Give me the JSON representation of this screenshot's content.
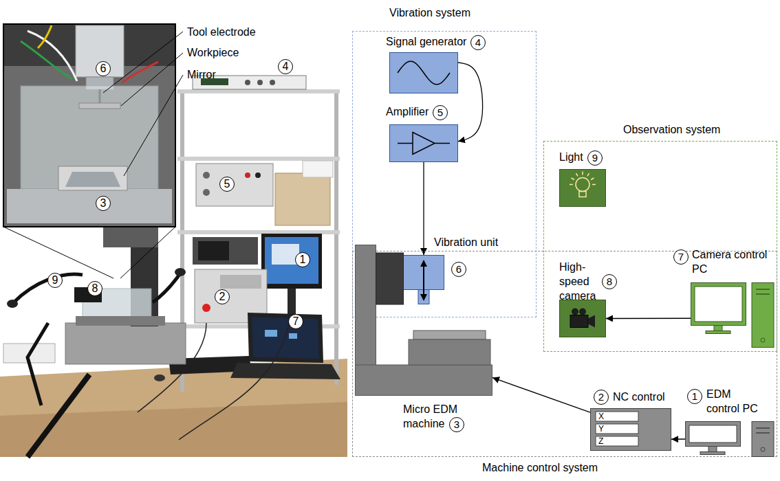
{
  "diagram": {
    "nodes": [
      {
        "text": [
          "Vibration system"
        ]
      },
      {
        "text": [
          "Signal generator",
          "4"
        ],
        "in": 0
      },
      {
        "text": [
          "Amplifier",
          "5"
        ],
        "in": 0
      },
      {
        "text": [
          "Vibration unit",
          "6"
        ],
        "in": 0
      },
      {
        "text": [
          "Observation system"
        ]
      },
      {
        "text": [
          "Light",
          "9"
        ],
        "in": 4
      },
      {
        "text": [
          "High-speed camera",
          "8"
        ],
        "in": 4
      },
      {
        "text": [
          "7",
          "Camera control PC"
        ],
        "in": 4
      },
      {
        "text": [
          "Machine control system"
        ]
      },
      {
        "text": [
          "Micro EDM machine",
          "3"
        ],
        "in": 8
      },
      {
        "text": [
          "2",
          "NC control",
          "X",
          "Y",
          "Z"
        ],
        "in": 8
      },
      {
        "text": [
          "1",
          "EDM control PC"
        ],
        "in": 8
      }
    ],
    "edges": [
      {
        "from": 1,
        "to": 2,
        "arrow": "to"
      },
      {
        "from": 2,
        "to": 3,
        "arrow": "to"
      },
      {
        "from": 7,
        "to": 6,
        "arrow": "to"
      },
      {
        "from": 10,
        "to": 9,
        "arrow": "to"
      },
      {
        "from": 11,
        "to": 10,
        "arrow": "to"
      }
    ],
    "labels": [
      "6",
      "Tool electrode",
      "Workpiece",
      "Mirror",
      "4",
      "3",
      "5",
      "1",
      "9",
      "8",
      "2",
      "7"
    ]
  }
}
